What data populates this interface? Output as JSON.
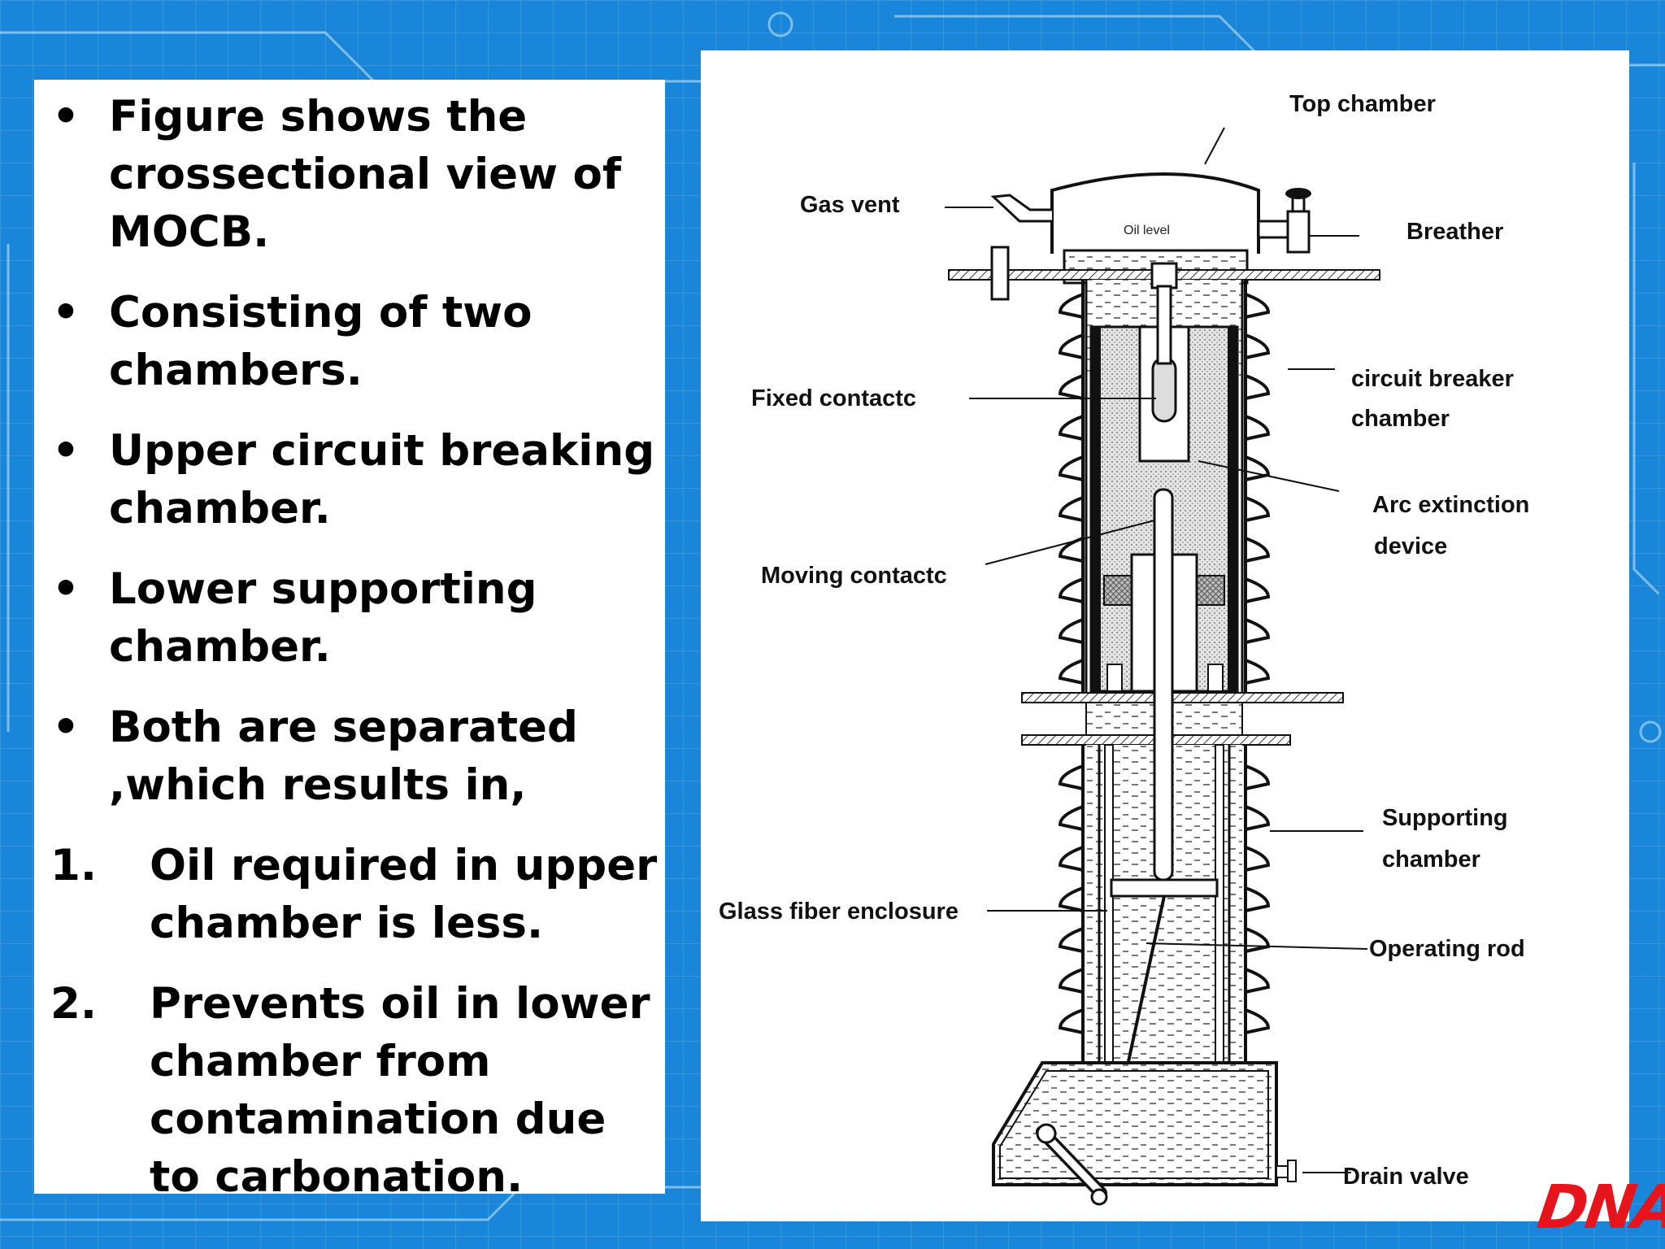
{
  "slide": {
    "bullets": [
      "Figure shows the crossectional view of MOCB.",
      "Consisting of two chambers.",
      "Upper circuit breaking chamber.",
      "Lower supporting chamber.",
      "Both are separated ,which results in,"
    ],
    "numbered": [
      {
        "num": "1.",
        "text": "Oil required in upper chamber is less."
      },
      {
        "num": "2.",
        "text": "Prevents oil in lower chamber  from contamination due to carbonation."
      }
    ]
  },
  "diagram": {
    "labels": {
      "top_chamber": "Top chamber",
      "gas_vent": "Gas vent",
      "oil_level": "Oil level",
      "breather": "Breather",
      "circuit_breaker_chamber_1": "circuit breaker",
      "circuit_breaker_chamber_2": "chamber",
      "fixed_contact": "Fixed contactc",
      "arc_extinction_1": "Arc extinction",
      "arc_extinction_2": "device",
      "moving_contact": "Moving contactc",
      "supporting_chamber_1": "Supporting",
      "supporting_chamber_2": "chamber",
      "glass_fiber": "Glass fiber enclosure",
      "operating_rod": "Operating rod",
      "drain_valve": "Drain valve"
    }
  },
  "logo": {
    "text": "DNA",
    "color": "#e8141c"
  },
  "colors": {
    "background": "#1f8fe0",
    "panel": "#ffffff"
  }
}
